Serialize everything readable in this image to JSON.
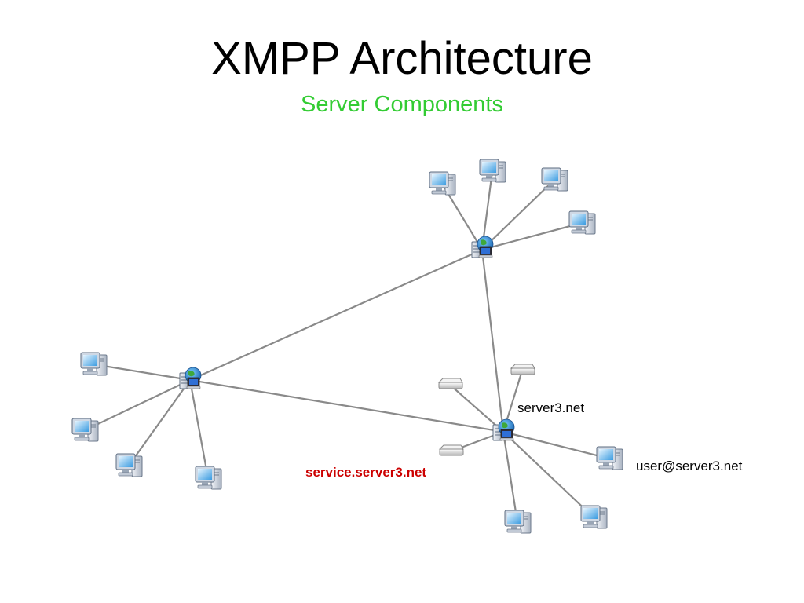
{
  "title": "XMPP Architecture",
  "subtitle": "Server Components",
  "labels": {
    "server": "server3.net",
    "user": "user@server3.net",
    "service": "service.server3.net"
  },
  "colors": {
    "title": "#000000",
    "subtitle": "#33cc33",
    "service_label": "#cc0000",
    "link": "#888888"
  },
  "icons": {
    "server": "server-globe-icon",
    "client": "desktop-computer-icon",
    "component": "component-device-icon"
  }
}
